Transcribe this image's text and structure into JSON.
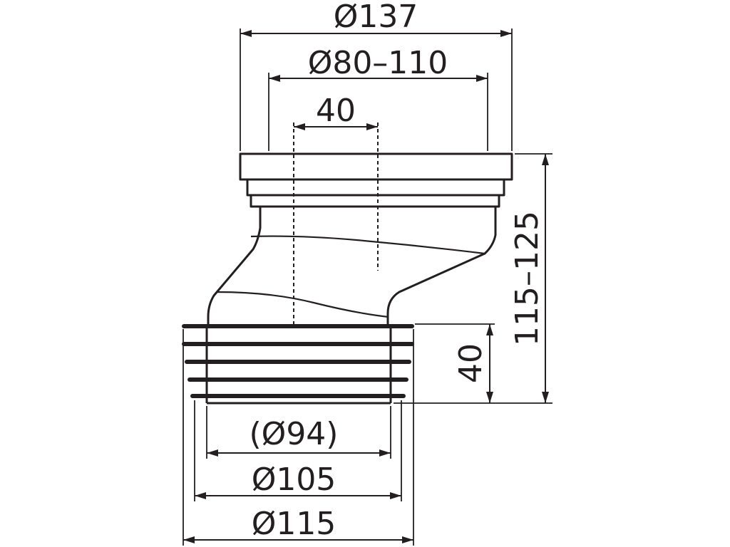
{
  "dimensions": {
    "outer_top_diameter": "Ø137",
    "inner_top_diameter": "Ø80–110",
    "offset": "40",
    "total_height": "115–125",
    "socket_depth": "40",
    "inner_socket_diameter": "(Ø94)",
    "socket_diameter": "Ø105",
    "rib_diameter": "Ø115"
  },
  "colors": {
    "line": "#231f20",
    "background": "#ffffff"
  }
}
